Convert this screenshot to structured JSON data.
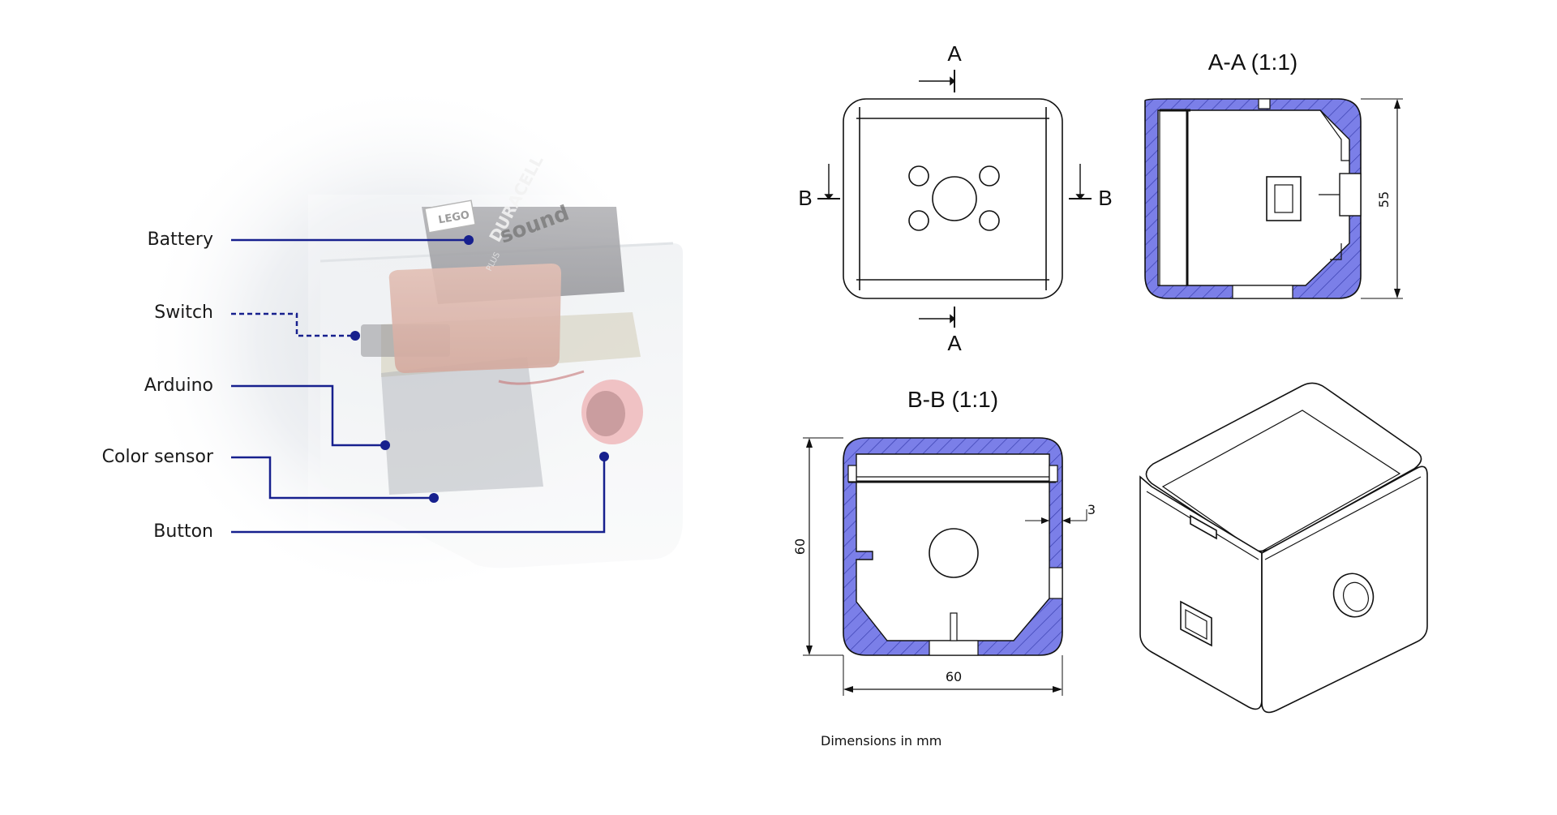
{
  "callouts": {
    "battery": "Battery",
    "switch": "Switch",
    "arduino": "Arduino",
    "color_sensor": "Color sensor",
    "button": "Button"
  },
  "photo_text": {
    "lego_logo": "LEGO",
    "battery_brand": "DURACELL",
    "battery_sub": "PLUS",
    "sticker": "sound"
  },
  "drawing": {
    "section_a_mark": "A",
    "section_b_mark": "B",
    "section_aa_title": "A-A (1:1)",
    "section_bb_title": "B-B (1:1)",
    "dim_height_aa": "55",
    "dim_height_bb": "60",
    "dim_width_bb": "60",
    "dim_wall": "3",
    "units_note": "Dimensions in mm"
  },
  "colors": {
    "callout_line": "#17208e",
    "section_fill": "#7b7fe8",
    "outline": "#111111"
  }
}
